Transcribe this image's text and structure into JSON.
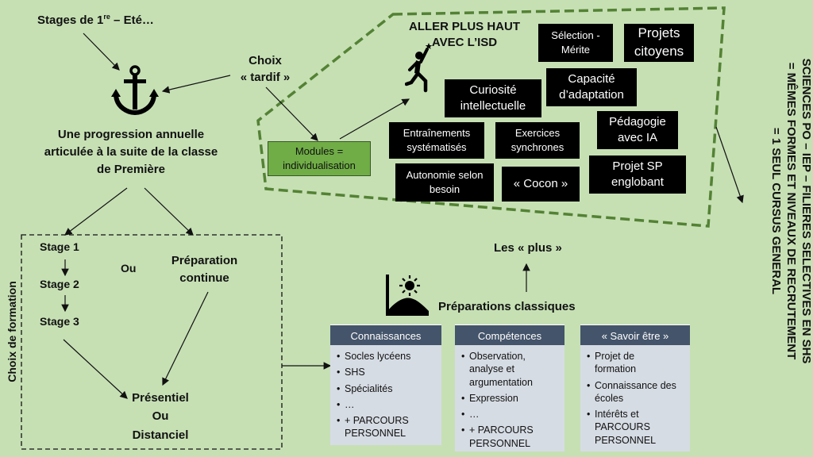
{
  "stages_ete": {
    "prefix": "Stages de 1",
    "sup": "re",
    "suffix": " – Eté…"
  },
  "choix_tardif": "Choix\n« tardif »",
  "progression": "Une progression annuelle\narticulée à la suite de la classe\nde Première",
  "choix_formation": "Choix de formation",
  "stage1": "Stage 1",
  "stage2": "Stage 2",
  "stage3": "Stage 3",
  "ou": "Ou",
  "preparation_continue": "Préparation\ncontinue",
  "presentiel": "Présentiel\nOu\nDistanciel",
  "modules": "Modules =\nindividualisation",
  "aller_plus_haut": "ALLER PLUS HAUT\nAVEC L’ISD",
  "black_boxes": {
    "selection": "Sélection -\nMérite",
    "projets": "Projets\ncitoyens",
    "curiosite": "Curiosité\nintellectuelle",
    "capacite": "Capacité\nd’adaptation",
    "entrainements": "Entraînements\nsystématisés",
    "exercices": "Exercices\nsynchrones",
    "pedagogie": "Pédagogie\navec IA",
    "autonomie": "Autonomie selon\nbesoin",
    "cocon": "« Cocon »",
    "projet_sp": "Projet SP\nenglobant"
  },
  "les_plus": "Les « plus »",
  "preparations_classiques": "Préparations classiques",
  "columns": [
    {
      "header": "Connaissances",
      "items": [
        "Socles lycéens",
        "SHS",
        "Spécialités",
        "…",
        "+ PARCOURS\nPERSONNEL"
      ]
    },
    {
      "header": "Compétences",
      "items": [
        "Observation,\nanalyse et\nargumentation",
        " Expression",
        "…",
        "+ PARCOURS\nPERSONNEL"
      ]
    },
    {
      "header": "« Savoir être »",
      "items": [
        "Projet de\nformation",
        "Connaissance des\nécoles",
        "Intérêts et\nPARCOURS\nPERSONNEL"
      ]
    }
  ],
  "side_text": {
    "line1": "SCIENCES PO – IEP – FILIERES SELECTIVES EN SHS",
    "line2": "= MÊMES FORMES ET NIVEAUX DE RECRUTEMENT",
    "line3": "= 1 SEUL CURSUS GENERAL"
  },
  "icons": [
    "anchor-icon",
    "climber-icon",
    "mountain-sun-icon"
  ],
  "colors": {
    "background": "#c6e0b4",
    "dashed_green": "#548235",
    "modules_fill": "#70ad47",
    "column_header": "#44546a",
    "column_body": "#d6dce4"
  }
}
